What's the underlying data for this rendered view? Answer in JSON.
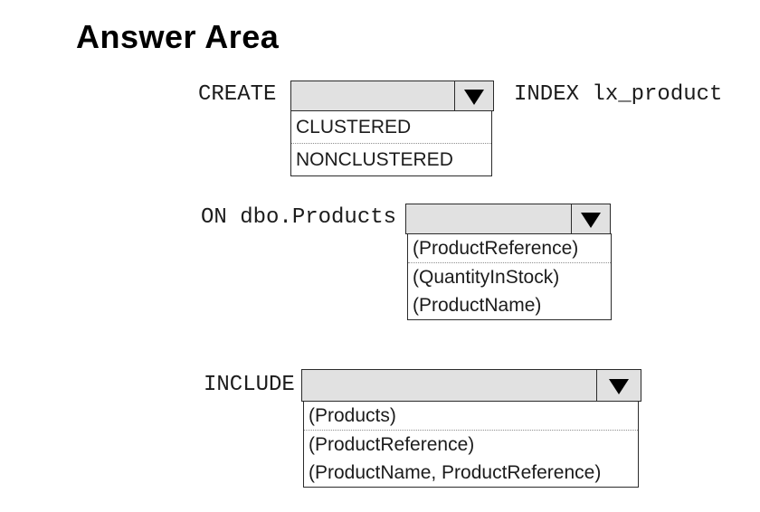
{
  "page": {
    "title": "Answer Area"
  },
  "rows": [
    {
      "prefix": "CREATE",
      "suffix": "INDEX lx_product",
      "dropdown": {
        "selected": "",
        "options": [
          "CLUSTERED",
          "NONCLUSTERED"
        ]
      }
    },
    {
      "prefix": "ON dbo.Products",
      "suffix": "",
      "dropdown": {
        "selected": "",
        "options": [
          "(ProductReference)",
          "(QuantityInStock)",
          "(ProductName)"
        ]
      }
    },
    {
      "prefix": "INCLUDE",
      "suffix": "",
      "dropdown": {
        "selected": "",
        "options": [
          "(Products)",
          "(ProductReference)",
          "(ProductName, ProductReference)"
        ]
      }
    }
  ],
  "icons": {
    "dropdown_arrow": "▼"
  },
  "colors": {
    "background": "#ffffff",
    "combobox_fill": "#e1e1e1",
    "box_border": "#2b2b2b",
    "arrow": "#000000",
    "option_divider": "#8f8f8f",
    "text": "#1c1c1c"
  }
}
